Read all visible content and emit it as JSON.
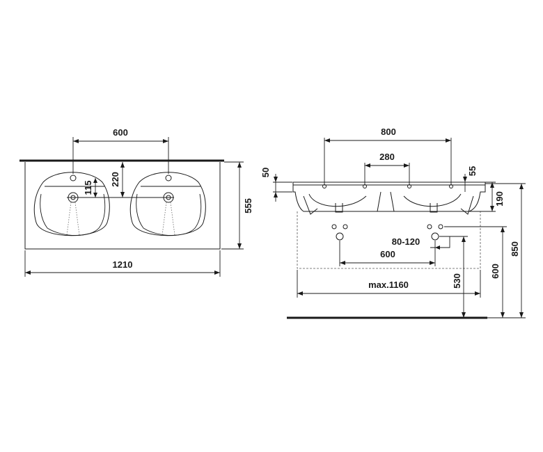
{
  "top_view": {
    "dim_tap_spacing": "600",
    "dim_tap_from_back": "220",
    "dim_hole_to_drain": "115",
    "dim_depth": "555",
    "dim_width": "1210"
  },
  "side_view": {
    "dim_drain_spacing": "800",
    "dim_drain_inner": "280",
    "dim_back_rim": "50",
    "dim_front_rim": "55",
    "dim_bowl_depth": "190",
    "dim_trap_offset": "80-120",
    "dim_waste_spacing": "600",
    "dim_max_width": "max.1160",
    "dim_waste_height": "530",
    "dim_supply_height": "600",
    "dim_total_height": "850"
  }
}
